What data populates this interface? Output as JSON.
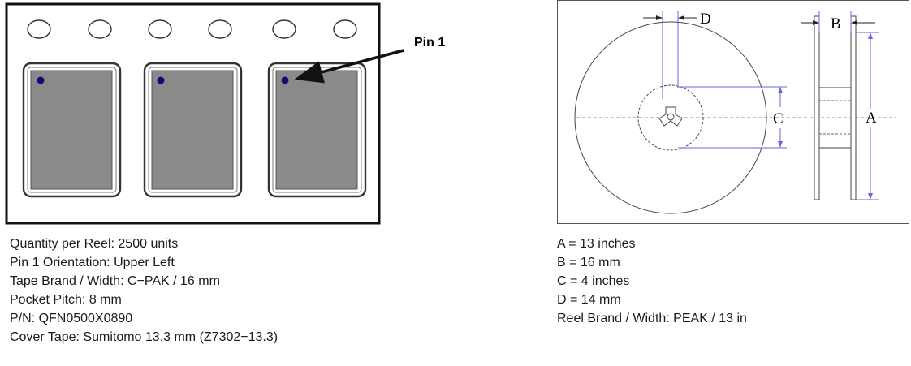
{
  "tape_diagram": {
    "pin_label": "Pin 1",
    "sprocket_hole_count": 6,
    "pocket_count": 3,
    "pin_marker_color": "#0c0c72",
    "part_fill_color": "#8a8a8a"
  },
  "reel_diagram": {
    "labels": {
      "a": "A",
      "b": "B",
      "c": "C",
      "d": "D"
    },
    "dimension_line_color": "#6666dd"
  },
  "tape_specs": [
    "Quantity per Reel: 2500 units",
    "Pin 1 Orientation: Upper Left",
    "Tape Brand / Width: C−PAK / 16 mm",
    "Pocket Pitch: 8 mm",
    "P/N: QFN0500X0890",
    "Cover Tape: Sumitomo 13.3 mm (Z7302−13.3)"
  ],
  "reel_specs": [
    "A = 13 inches",
    "B = 16 mm",
    "C = 4 inches",
    "D = 14 mm",
    "Reel Brand / Width: PEAK / 13 in"
  ]
}
